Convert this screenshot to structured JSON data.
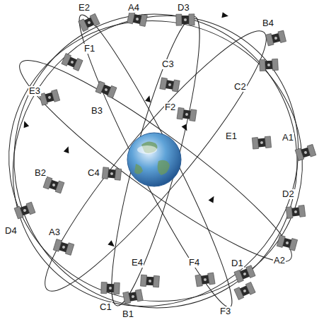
{
  "diagram": {
    "labels": [
      "E2",
      "A4",
      "D3",
      "B4",
      "F1",
      "C3",
      "C2",
      "E3",
      "B3",
      "F2",
      "E1",
      "A1",
      "B2",
      "C4",
      "D2",
      "D4",
      "A3",
      "E4",
      "F4",
      "D1",
      "A2",
      "C1",
      "B1",
      "F3"
    ]
  }
}
